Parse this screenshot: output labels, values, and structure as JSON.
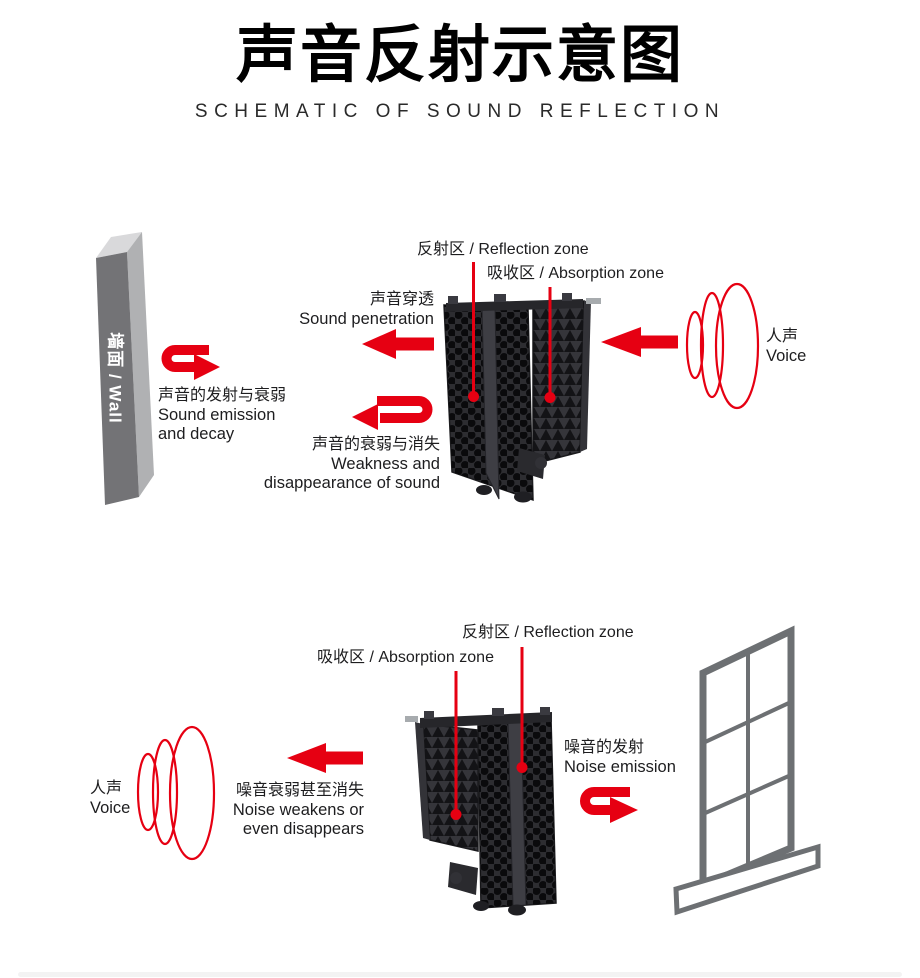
{
  "page": {
    "title_zh": "声音反射示意图",
    "title_en": "SCHEMATIC OF SOUND REFLECTION"
  },
  "colors": {
    "accent_red": "#e60012",
    "panel_dark": "#2d2d31",
    "foam_dark": "#131316",
    "window_gray": "#6d7073",
    "wall_front_gray": "#737376",
    "wall_top_gray": "#d9d9db",
    "wall_side_gray": "#b0b1b3"
  },
  "top": {
    "reflection_zone": "反射区 / Reflection zone",
    "absorption_zone": "吸收区 / Absorption zone",
    "penetration_zh": "声音穿透",
    "penetration_en": "Sound penetration",
    "wall_label": "墙面 / Wall",
    "emission_zh": "声音的发射与衰弱",
    "emission_en_line1": "Sound emission",
    "emission_en_line2": "and decay",
    "weakness_zh": "声音的衰弱与消失",
    "weakness_en_line1": "Weakness and",
    "weakness_en_line2": "disappearance of sound",
    "voice_zh": "人声",
    "voice_en": "Voice"
  },
  "bottom": {
    "reflection_zone": "反射区 / Reflection zone",
    "absorption_zone": "吸收区 / Absorption zone",
    "voice_zh": "人声",
    "voice_en": "Voice",
    "noise_weaken_zh": "噪音衰弱甚至消失",
    "noise_weaken_en_line1": "Noise weakens or",
    "noise_weaken_en_line2": "even disappears",
    "noise_emission_zh": "噪音的发射",
    "noise_emission_en": "Noise emission"
  }
}
